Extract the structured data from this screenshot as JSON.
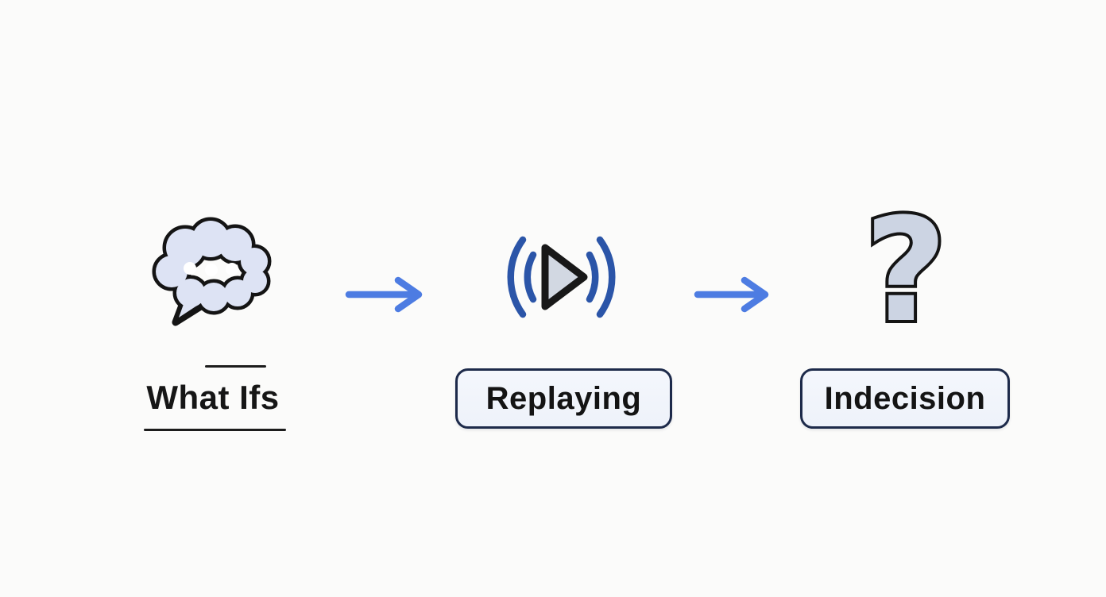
{
  "page": {
    "background": "#fbfbfa",
    "description": "Three-step flow diagram: thought bubble to replaying to indecision"
  },
  "colors": {
    "outline_black": "#141414",
    "bubble_fill": "#dde3f4",
    "triangle_fill": "#d2d8e2",
    "sound_wave_blue": "#2b55a8",
    "arrow_blue": "#4d7ce2",
    "question_mark_fill": "#ccd4e3",
    "box_border_navy": "#1d2a4a",
    "box_fill": "#f1f5fb",
    "text_dark": "#161616"
  },
  "flow": {
    "steps": [
      {
        "name": "what-ifs",
        "label": "What Ifs",
        "icon": "thought-bubble-icon"
      },
      {
        "name": "replaying",
        "label": "Replaying",
        "icon": "play-with-sound-waves-icon"
      },
      {
        "name": "indecision",
        "label": "Indecision",
        "icon": "question-mark-icon",
        "glyph": "?"
      }
    ],
    "connectors": [
      {
        "from": "what-ifs",
        "to": "replaying",
        "type": "arrow-right"
      },
      {
        "from": "replaying",
        "to": "indecision",
        "type": "arrow-right"
      }
    ]
  }
}
